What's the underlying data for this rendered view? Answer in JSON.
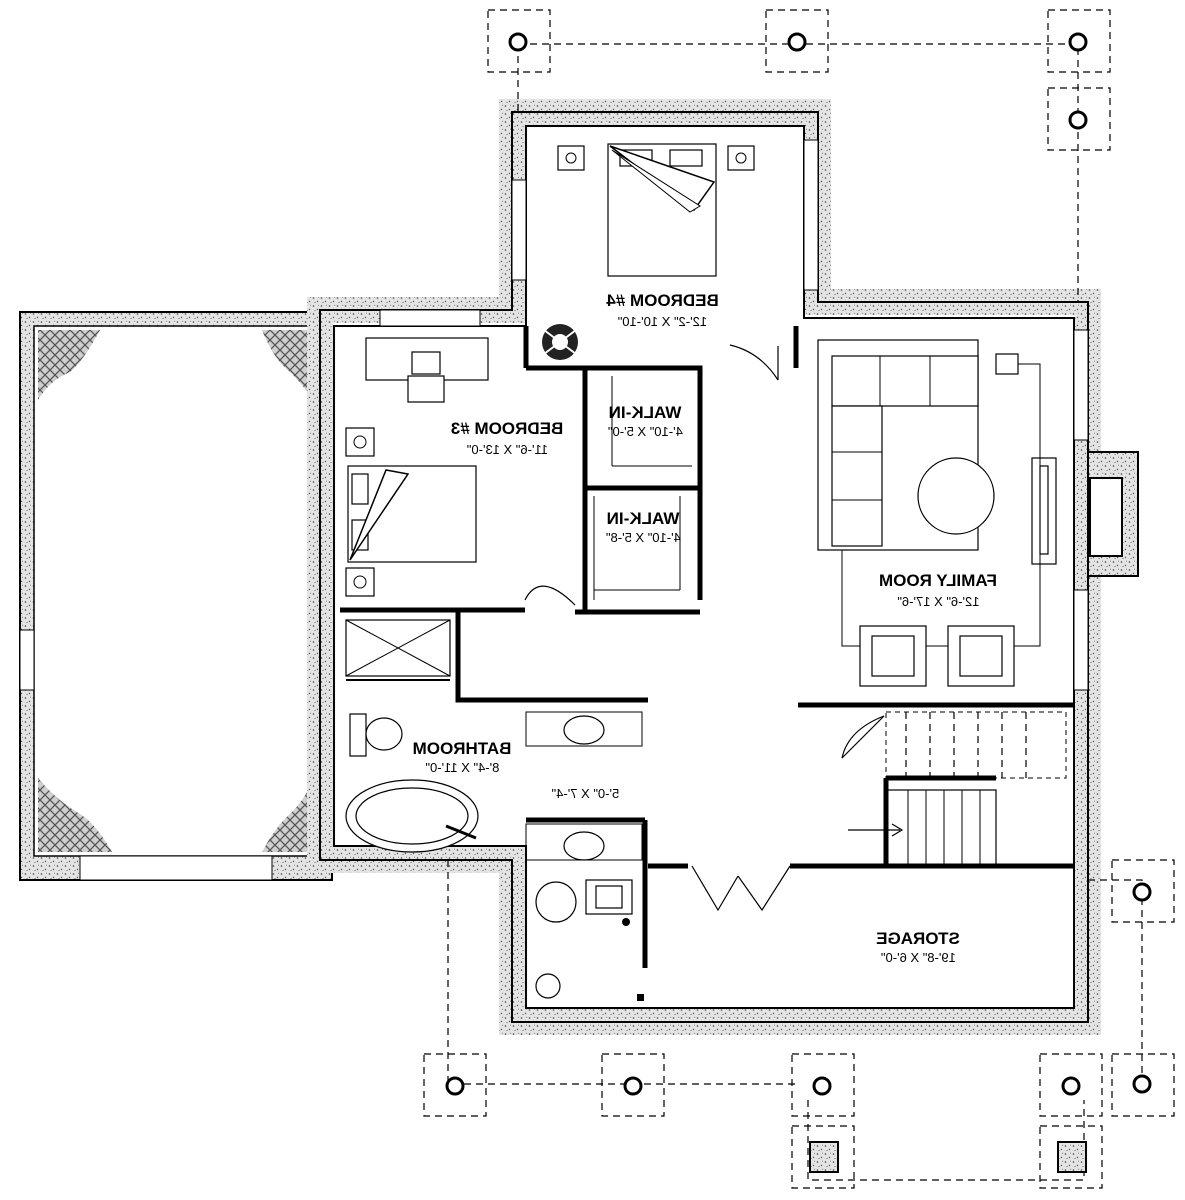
{
  "rooms": {
    "bedroom4": {
      "name": "BEDROOM #4",
      "size": "12'-2\" X 10'-10\""
    },
    "bedroom3": {
      "name": "BEDROOM #3",
      "size": "11'-6\" X 13'-0\""
    },
    "walkin_upper": {
      "name": "WALK-IN",
      "size": "4'-10\" X 5'-0\""
    },
    "walkin_lower": {
      "name": "WALK-IN",
      "size": "4'-10\" X 5'-8\""
    },
    "family": {
      "name": "FAMILY ROOM",
      "size": "12'-6\" X 17'-6\""
    },
    "bathroom": {
      "name": "BATHROOM",
      "size": "8'-4\" X 11'-0\""
    },
    "vanity": {
      "name": "",
      "size": "5'-0\" X 7'-4\""
    },
    "storage": {
      "name": "STORAGE",
      "size": "19'-8\" X 6'-0\""
    }
  },
  "colors": {
    "wall_fill": "#d9d9d9",
    "line": "#000000",
    "paper": "#ffffff",
    "patio_pattern": "#555555"
  }
}
